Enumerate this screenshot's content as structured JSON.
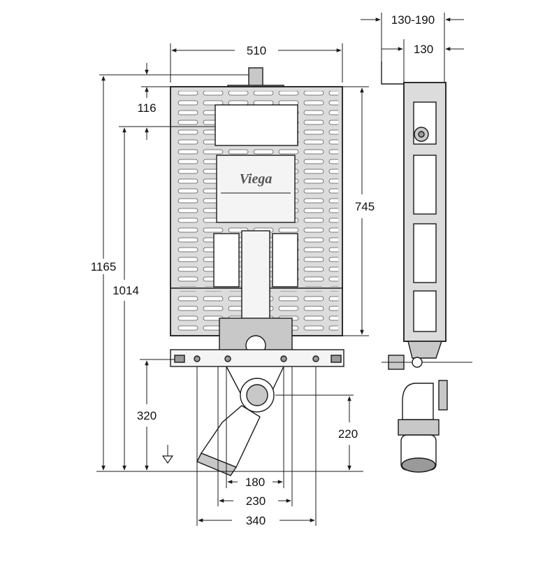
{
  "brand": "Viega",
  "dimensions": {
    "width_510": "510",
    "height_116": "116",
    "height_745": "745",
    "height_1165": "1165",
    "height_1014": "1014",
    "height_320": "320",
    "height_220": "220",
    "width_180": "180",
    "width_230": "230",
    "width_340": "340",
    "depth_130_190": "130-190",
    "depth_130": "130"
  },
  "colors": {
    "line": "#1a1a1a",
    "frame_fill": "#dcdcdc",
    "panel_fill": "#f4f4f4"
  }
}
